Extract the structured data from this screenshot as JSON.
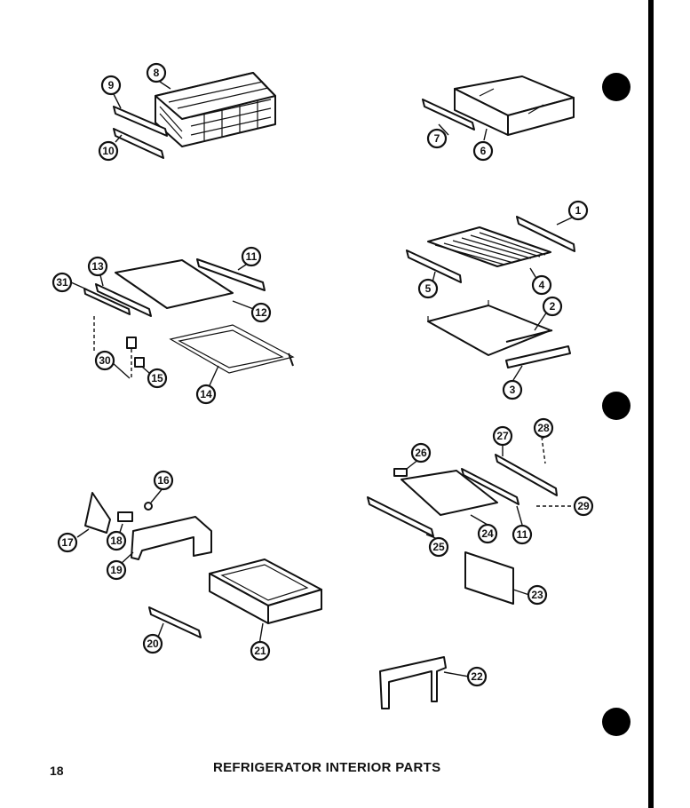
{
  "page": {
    "number": "18",
    "title": "REFRIGERATOR INTERIOR  PARTS"
  },
  "callouts": [
    "1",
    "2",
    "3",
    "4",
    "5",
    "6",
    "7",
    "8",
    "9",
    "10",
    "11",
    "11",
    "12",
    "13",
    "14",
    "15",
    "16",
    "17",
    "18",
    "19",
    "20",
    "21",
    "22",
    "23",
    "24",
    "25",
    "26",
    "27",
    "28",
    "29",
    "30",
    "31"
  ],
  "colors": {
    "ink": "#111111",
    "paper": "#ffffff"
  }
}
